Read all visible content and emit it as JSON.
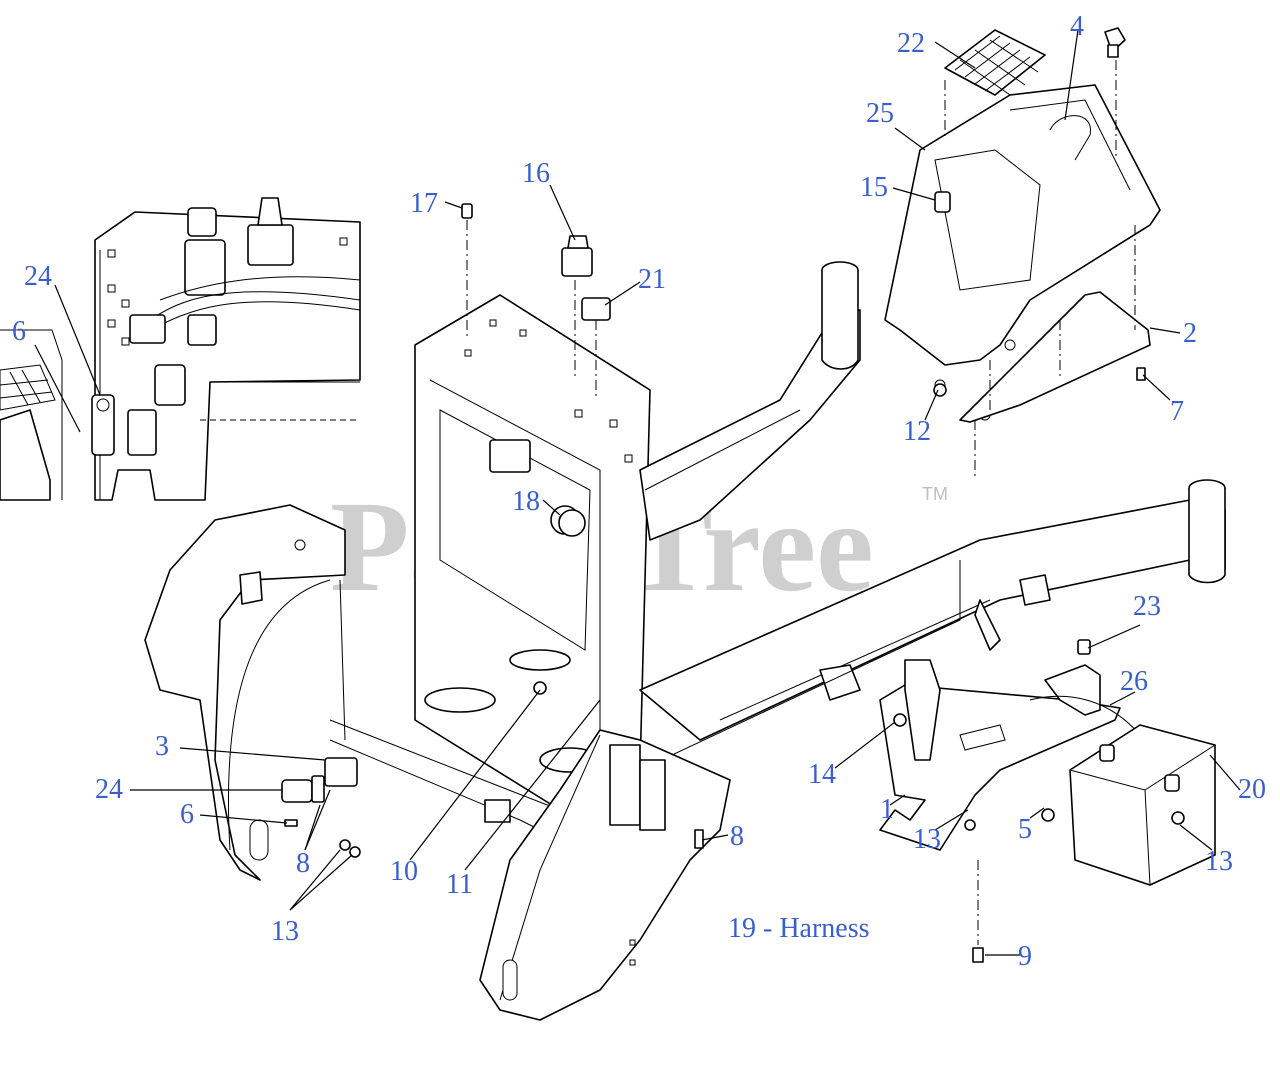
{
  "diagram": {
    "watermark": "PartsTree",
    "watermark_tm": "TM",
    "harness_label": "19 - Harness",
    "callouts": [
      {
        "id": "c22",
        "label": "22"
      },
      {
        "id": "c4",
        "label": "4"
      },
      {
        "id": "c25",
        "label": "25"
      },
      {
        "id": "c16",
        "label": "16"
      },
      {
        "id": "c17",
        "label": "17"
      },
      {
        "id": "c15",
        "label": "15"
      },
      {
        "id": "c21",
        "label": "21"
      },
      {
        "id": "c24a",
        "label": "24"
      },
      {
        "id": "c6a",
        "label": "6"
      },
      {
        "id": "c2",
        "label": "2"
      },
      {
        "id": "c12",
        "label": "12"
      },
      {
        "id": "c7",
        "label": "7"
      },
      {
        "id": "c18",
        "label": "18"
      },
      {
        "id": "c23",
        "label": "23"
      },
      {
        "id": "c26",
        "label": "26"
      },
      {
        "id": "c3",
        "label": "3"
      },
      {
        "id": "c24b",
        "label": "24"
      },
      {
        "id": "c14",
        "label": "14"
      },
      {
        "id": "c20",
        "label": "20"
      },
      {
        "id": "c6b",
        "label": "6"
      },
      {
        "id": "c1",
        "label": "1"
      },
      {
        "id": "c8a",
        "label": "8"
      },
      {
        "id": "c5",
        "label": "5"
      },
      {
        "id": "c13a",
        "label": "13"
      },
      {
        "id": "c13b",
        "label": "13"
      },
      {
        "id": "c8b",
        "label": "8"
      },
      {
        "id": "c10",
        "label": "10"
      },
      {
        "id": "c11",
        "label": "11"
      },
      {
        "id": "c13c",
        "label": "13"
      },
      {
        "id": "c9",
        "label": "9"
      }
    ]
  }
}
